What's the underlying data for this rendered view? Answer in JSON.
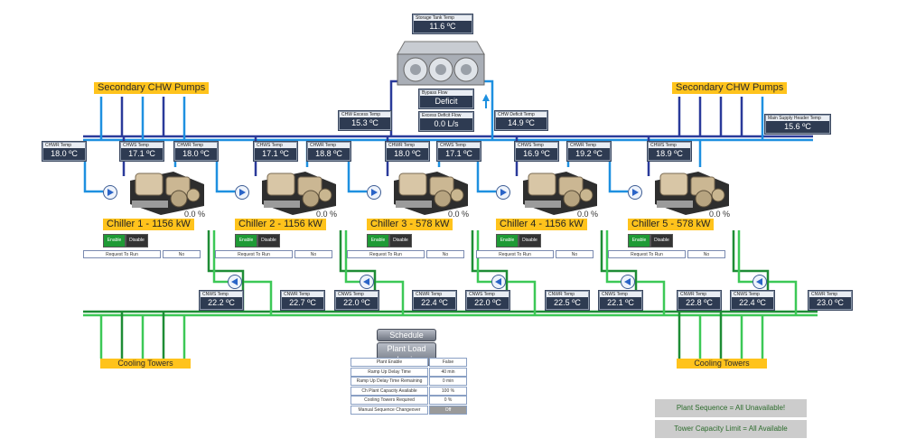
{
  "storage_tank": {
    "label": "Storage Tank Temp",
    "value": "11.6 ºC"
  },
  "bypass_flow": {
    "label": "Bypass Flow",
    "value": "Deficit"
  },
  "excess_deficit_flow": {
    "label": "Excess Deficit Flow",
    "value": "0.0 L/s"
  },
  "chws_excess_temp": {
    "label": "CHW Excess Temp",
    "value": "15.3 ºC"
  },
  "chw_deficit_temp": {
    "label": "CHW Deficit Temp",
    "value": "14.9 ºC"
  },
  "main_supply_header_temp": {
    "label": "Main Supply Header Temp",
    "value": "15.6 ºC"
  },
  "secondary_pumps_label": "Secondary CHW Pumps",
  "cooling_towers_label": "Cooling Towers",
  "chiller_temps": [
    {
      "label": "CHWR Temp",
      "value": "18.0 ºC"
    },
    {
      "label": "CHWS Temp",
      "value": "17.1 ºC"
    },
    {
      "label": "CHWR Temp",
      "value": "18.0 ºC"
    },
    {
      "label": "CHWS Temp",
      "value": "17.1 ºC"
    },
    {
      "label": "CHWR Temp",
      "value": "18.8 ºC"
    },
    {
      "label": "CHWR Temp",
      "value": "18.0 ºC"
    },
    {
      "label": "CHWS Temp",
      "value": "17.1 ºC"
    },
    {
      "label": "CHWS Temp",
      "value": "16.9 ºC"
    },
    {
      "label": "CHWR Temp",
      "value": "19.2 ºC"
    },
    {
      "label": "CHWS Temp",
      "value": "18.9 ºC"
    }
  ],
  "chillers": [
    {
      "name": "Chiller 1 - 1156 kW",
      "load": "0.0 %",
      "enable": "Enable",
      "disable": "Disable",
      "request_label": "Request To Run",
      "request_value": "No"
    },
    {
      "name": "Chiller 2 - 1156 kW",
      "load": "0.0 %",
      "enable": "Enable",
      "disable": "Disable",
      "request_label": "Request To Run",
      "request_value": "No"
    },
    {
      "name": "Chiller 3 - 578 kW",
      "load": "0.0 %",
      "enable": "Enable",
      "disable": "Disable",
      "request_label": "Request To Run",
      "request_value": "No"
    },
    {
      "name": "Chiller 4 - 1156 kW",
      "load": "0.0 %",
      "enable": "Enable",
      "disable": "Disable",
      "request_label": "Request To Run",
      "request_value": "No"
    },
    {
      "name": "Chiller 5 - 578 kW",
      "load": "0.0 %",
      "enable": "Enable",
      "disable": "Disable",
      "request_label": "Request To Run",
      "request_value": "No"
    }
  ],
  "condenser_temps": [
    {
      "label": "CNWS Temp",
      "value": "22.2 ºC"
    },
    {
      "label": "CNWR Temp",
      "value": "22.7 ºC"
    },
    {
      "label": "CNWS Temp",
      "value": "22.0 ºC"
    },
    {
      "label": "CNWR Temp",
      "value": "22.4 ºC"
    },
    {
      "label": "CNWS Temp",
      "value": "22.0 ºC"
    },
    {
      "label": "CNWR Temp",
      "value": "22.5 ºC"
    },
    {
      "label": "CNWS Temp",
      "value": "22.1 ºC"
    },
    {
      "label": "CNWR Temp",
      "value": "22.8 ºC"
    },
    {
      "label": "CNWS Temp",
      "value": "22.4 ºC"
    },
    {
      "label": "CNWR Temp",
      "value": "23.0 ºC"
    }
  ],
  "buttons": {
    "schedule": "Schedule",
    "plant_load_logic": "Plant Load Logic"
  },
  "plant_params": [
    {
      "key": "Plant Enable",
      "value": "False"
    },
    {
      "key": "Ramp Up Delay Time",
      "value": "40 min"
    },
    {
      "key": "Ramp Up Delay Time Remaining",
      "value": "0 min"
    },
    {
      "key": "Ch Plant Capacity Available",
      "value": "100 %"
    },
    {
      "key": "Cooling Towers Required",
      "value": "0 %"
    },
    {
      "key": "Manual Sequence Changeover",
      "value": "Off"
    }
  ],
  "status": {
    "plant_sequence": "Plant Sequence = All Unavailable!",
    "tower_capacity": "Tower Capacity Limit = All Available"
  },
  "colors": {
    "supply": "#2a57c6",
    "return": "#1b8fe0",
    "condenser": "#2cb34a",
    "label_bg": "#ffc31c",
    "panel": "#2e3b52"
  }
}
